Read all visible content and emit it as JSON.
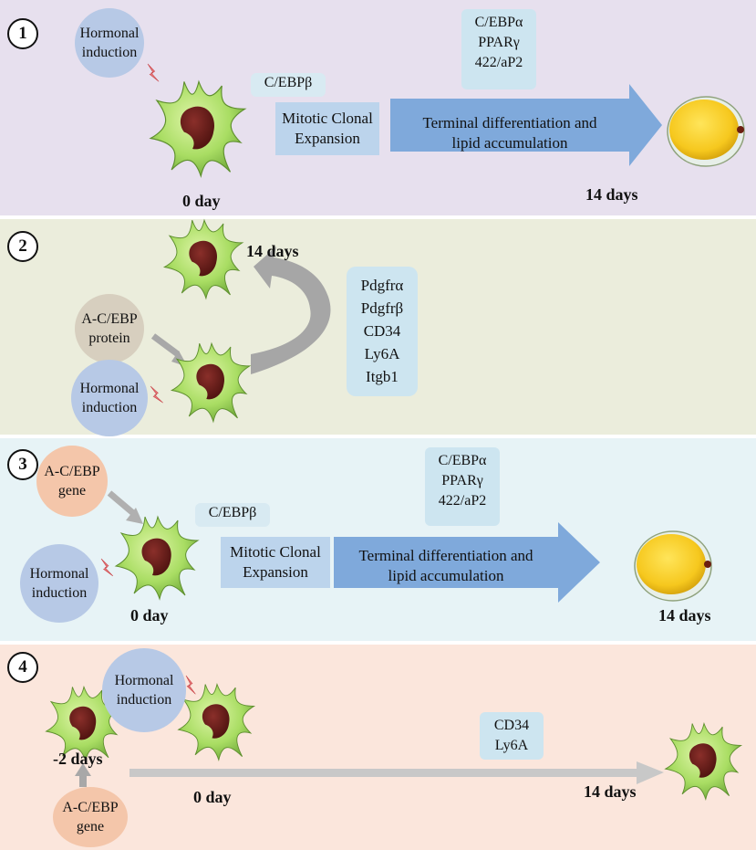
{
  "panel1": {
    "number": "1",
    "hormonal": "Hormonal induction",
    "cebpb": "C/EBPβ",
    "mitotic": "Mitotic Clonal Expansion",
    "terminal_line1": "Terminal differentiation and",
    "terminal_line2": "lipid accumulation",
    "markers": [
      "C/EBPα",
      "PPARγ",
      "422/aP2"
    ],
    "day0": "0 day",
    "day14": "14 days"
  },
  "panel2": {
    "number": "2",
    "day14": "14 days",
    "acebp_protein": "A-C/EBP protein",
    "hormonal": "Hormonal induction",
    "markers": [
      "Pdgfrα",
      "Pdgfrβ",
      "CD34",
      "Ly6A",
      "Itgb1"
    ]
  },
  "panel3": {
    "number": "3",
    "acebp_gene": "A-C/EBP gene",
    "hormonal": "Hormonal induction",
    "cebpb": "C/EBPβ",
    "mitotic": "Mitotic Clonal Expansion",
    "terminal_line1": "Terminal differentiation and",
    "terminal_line2": "lipid accumulation",
    "markers": [
      "C/EBPα",
      "PPARγ",
      "422/aP2"
    ],
    "day0": "0 day",
    "day14": "14 days"
  },
  "panel4": {
    "number": "4",
    "hormonal": "Hormonal induction",
    "minus2": "-2 days",
    "acebp_gene": "A-C/EBP gene",
    "day0": "0 day",
    "day14": "14 days",
    "markers": [
      "CD34",
      "Ly6A"
    ]
  }
}
